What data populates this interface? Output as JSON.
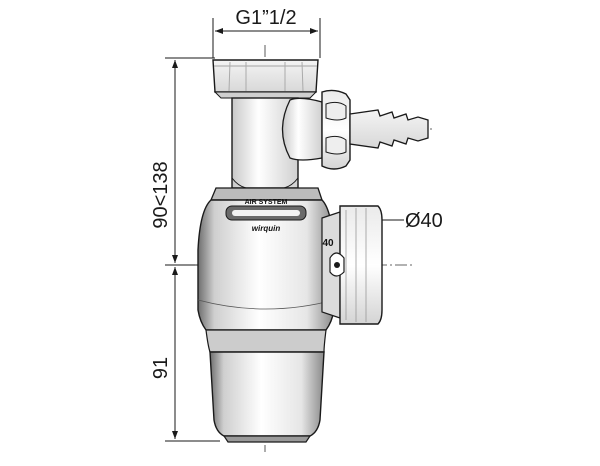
{
  "dimensions": {
    "top_width": "G1”1/2",
    "upper_height": "90<138",
    "lower_height": "91",
    "side_diameter": "Ø40"
  },
  "labels": {
    "body_text_1": "AIR SYSTEM",
    "body_text_2": "wirquin",
    "side_mark": "40"
  },
  "colors": {
    "line": "#1a1a1a",
    "fill_light": "#ffffff",
    "fill_shade": "#d9d9d9",
    "fill_dark": "#9a9a9a"
  }
}
